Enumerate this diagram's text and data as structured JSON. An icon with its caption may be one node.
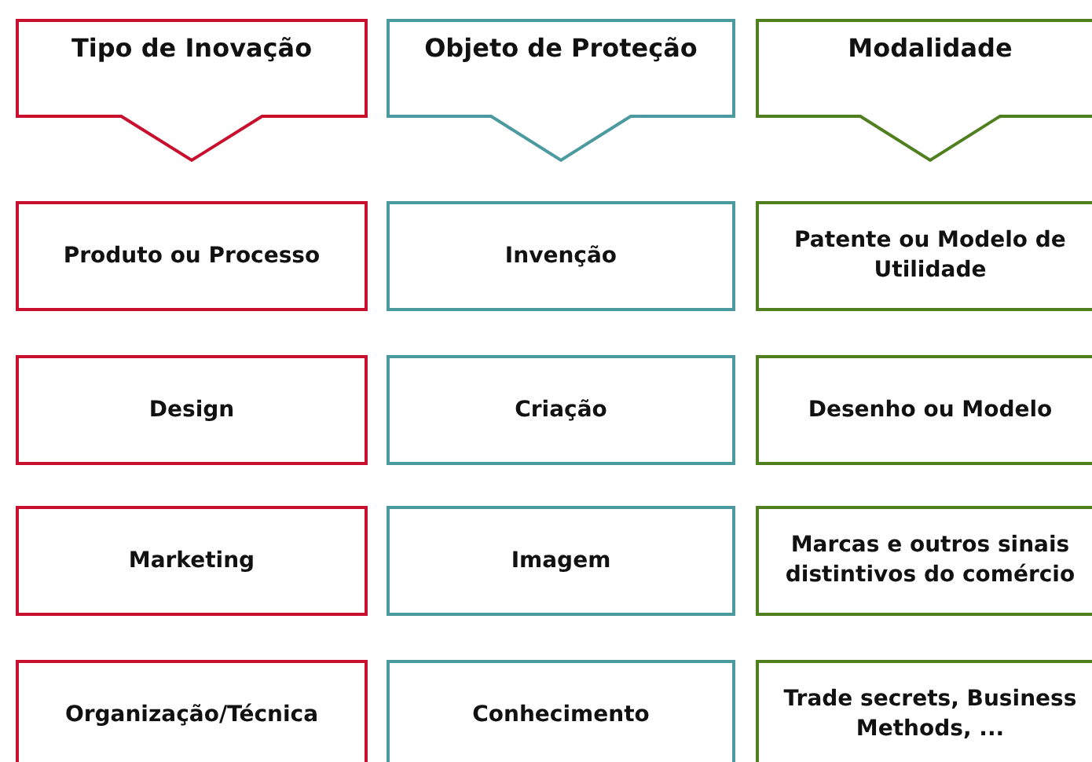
{
  "diagram": {
    "nodes": [
      {
        "text": [
          "Tipo de Inovação"
        ]
      },
      {
        "text": [
          "Objeto de Proteção"
        ]
      },
      {
        "text": [
          "Modalidade"
        ]
      },
      {
        "text": [
          "Produto ou Processo"
        ]
      },
      {
        "text": [
          "Invenção"
        ]
      },
      {
        "text": [
          "Patente ou Modelo de Utilidade"
        ]
      },
      {
        "text": [
          "Design"
        ]
      },
      {
        "text": [
          "Criação"
        ]
      },
      {
        "text": [
          "Desenho ou Modelo"
        ]
      },
      {
        "text": [
          "Marketing"
        ]
      },
      {
        "text": [
          "Imagem"
        ]
      },
      {
        "text": [
          "Marcas e outros sinais distintivos do comércio"
        ]
      },
      {
        "text": [
          "Organização/Técnica"
        ]
      },
      {
        "text": [
          "Conhecimento"
        ]
      },
      {
        "text": [
          "Trade secrets, Business Methods, ..."
        ]
      }
    ]
  }
}
